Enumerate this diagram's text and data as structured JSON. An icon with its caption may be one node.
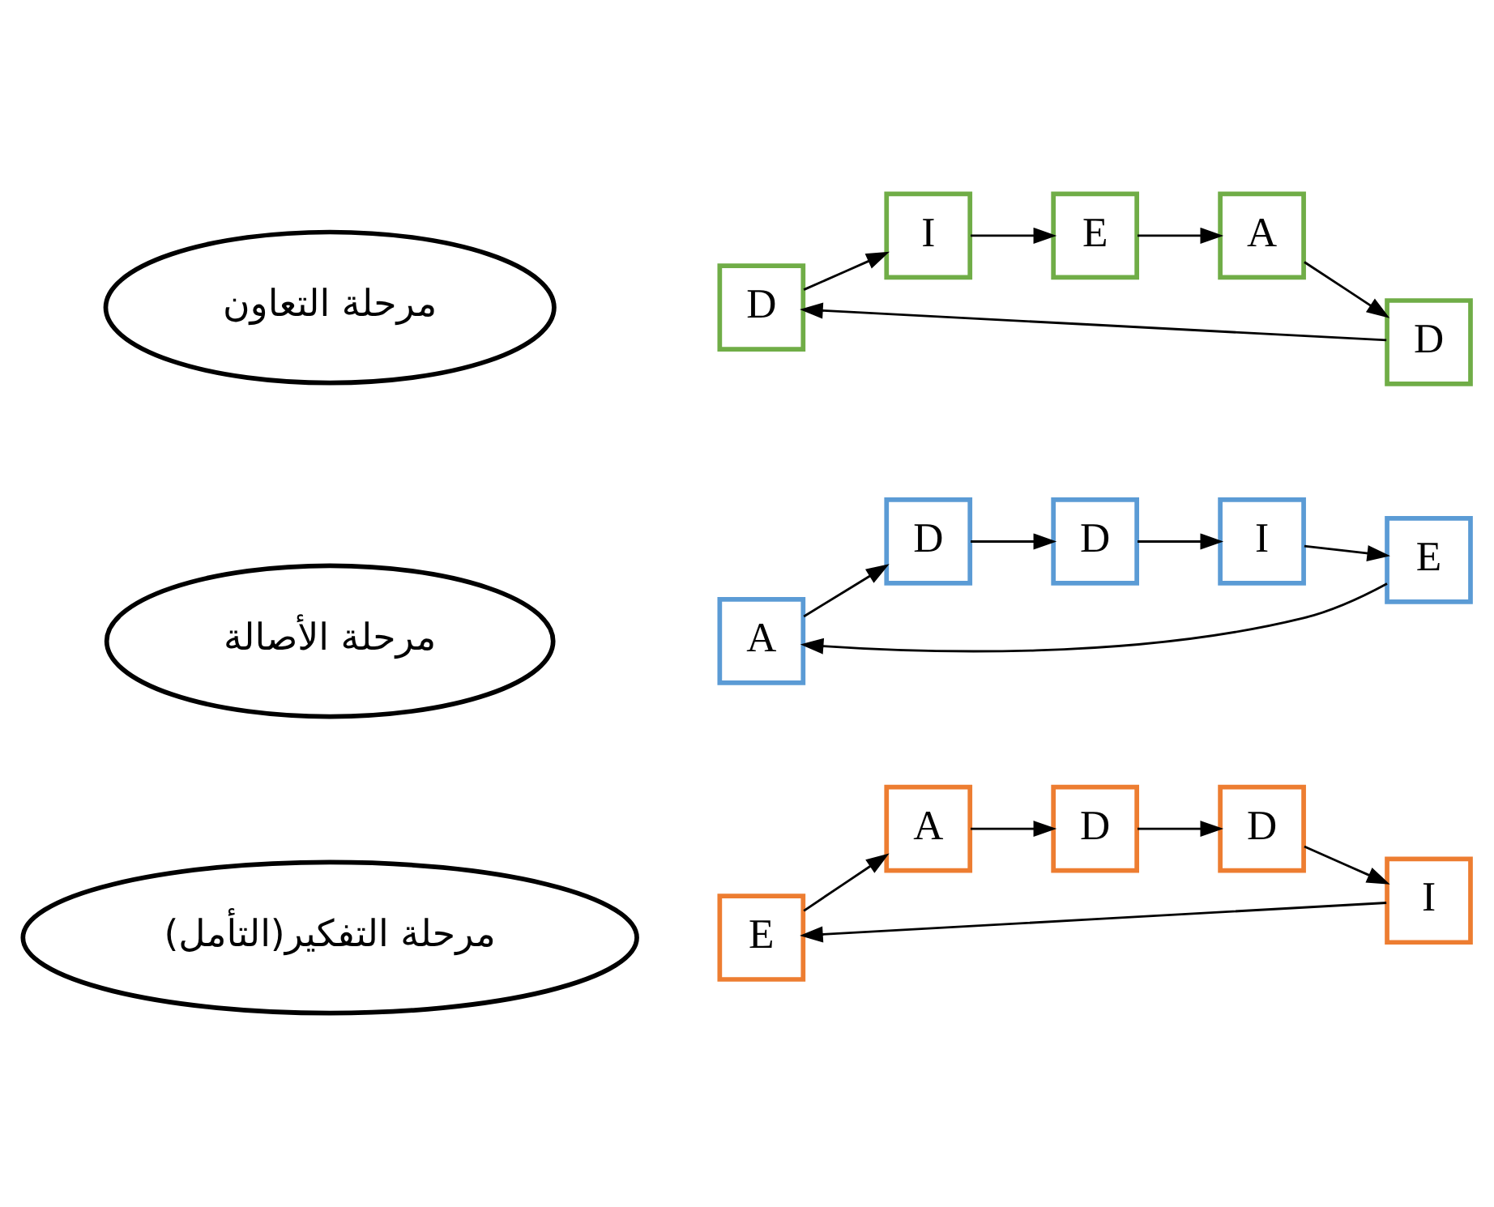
{
  "diagram": {
    "nodes": [
      {
        "text": [
          "مرحلة التفكير(التأمل)"
        ]
      },
      {
        "text": [
          "E"
        ]
      },
      {
        "text": [
          "A"
        ]
      },
      {
        "text": [
          "I"
        ]
      },
      {
        "text": [
          "D"
        ]
      },
      {
        "text": [
          "D"
        ]
      },
      {
        "text": [
          "مرحلة الأصالة"
        ]
      },
      {
        "text": [
          "A"
        ]
      },
      {
        "text": [
          "D"
        ]
      },
      {
        "text": [
          "D"
        ]
      },
      {
        "text": [
          "E"
        ]
      },
      {
        "text": [
          "I"
        ]
      },
      {
        "text": [
          "D"
        ]
      },
      {
        "text": [
          "I"
        ]
      },
      {
        "text": [
          "D"
        ]
      },
      {
        "text": [
          "E"
        ]
      },
      {
        "text": [
          "A"
        ]
      },
      {
        "text": [
          "مرحلة التعاون"
        ]
      }
    ],
    "edges": [
      {
        "from": 1,
        "to": 2,
        "arrow": "to"
      },
      {
        "from": 2,
        "to": 4,
        "arrow": "to"
      },
      {
        "from": 4,
        "to": 5,
        "arrow": "to"
      },
      {
        "from": 5,
        "to": 3,
        "arrow": "to"
      },
      {
        "from": 3,
        "to": 1,
        "arrow": "to"
      },
      {
        "from": 7,
        "to": 8,
        "arrow": "to"
      },
      {
        "from": 8,
        "to": 9,
        "arrow": "to"
      },
      {
        "from": 9,
        "to": 11,
        "arrow": "to"
      },
      {
        "from": 11,
        "to": 10,
        "arrow": "to"
      },
      {
        "from": 10,
        "to": 7,
        "arrow": "to"
      },
      {
        "from": 12,
        "to": 13,
        "arrow": "to"
      },
      {
        "from": 13,
        "to": 15,
        "arrow": "to"
      },
      {
        "from": 15,
        "to": 16,
        "arrow": "to"
      },
      {
        "from": 16,
        "to": 14,
        "arrow": "to"
      },
      {
        "from": 14,
        "to": 12,
        "arrow": "to"
      }
    ]
  }
}
